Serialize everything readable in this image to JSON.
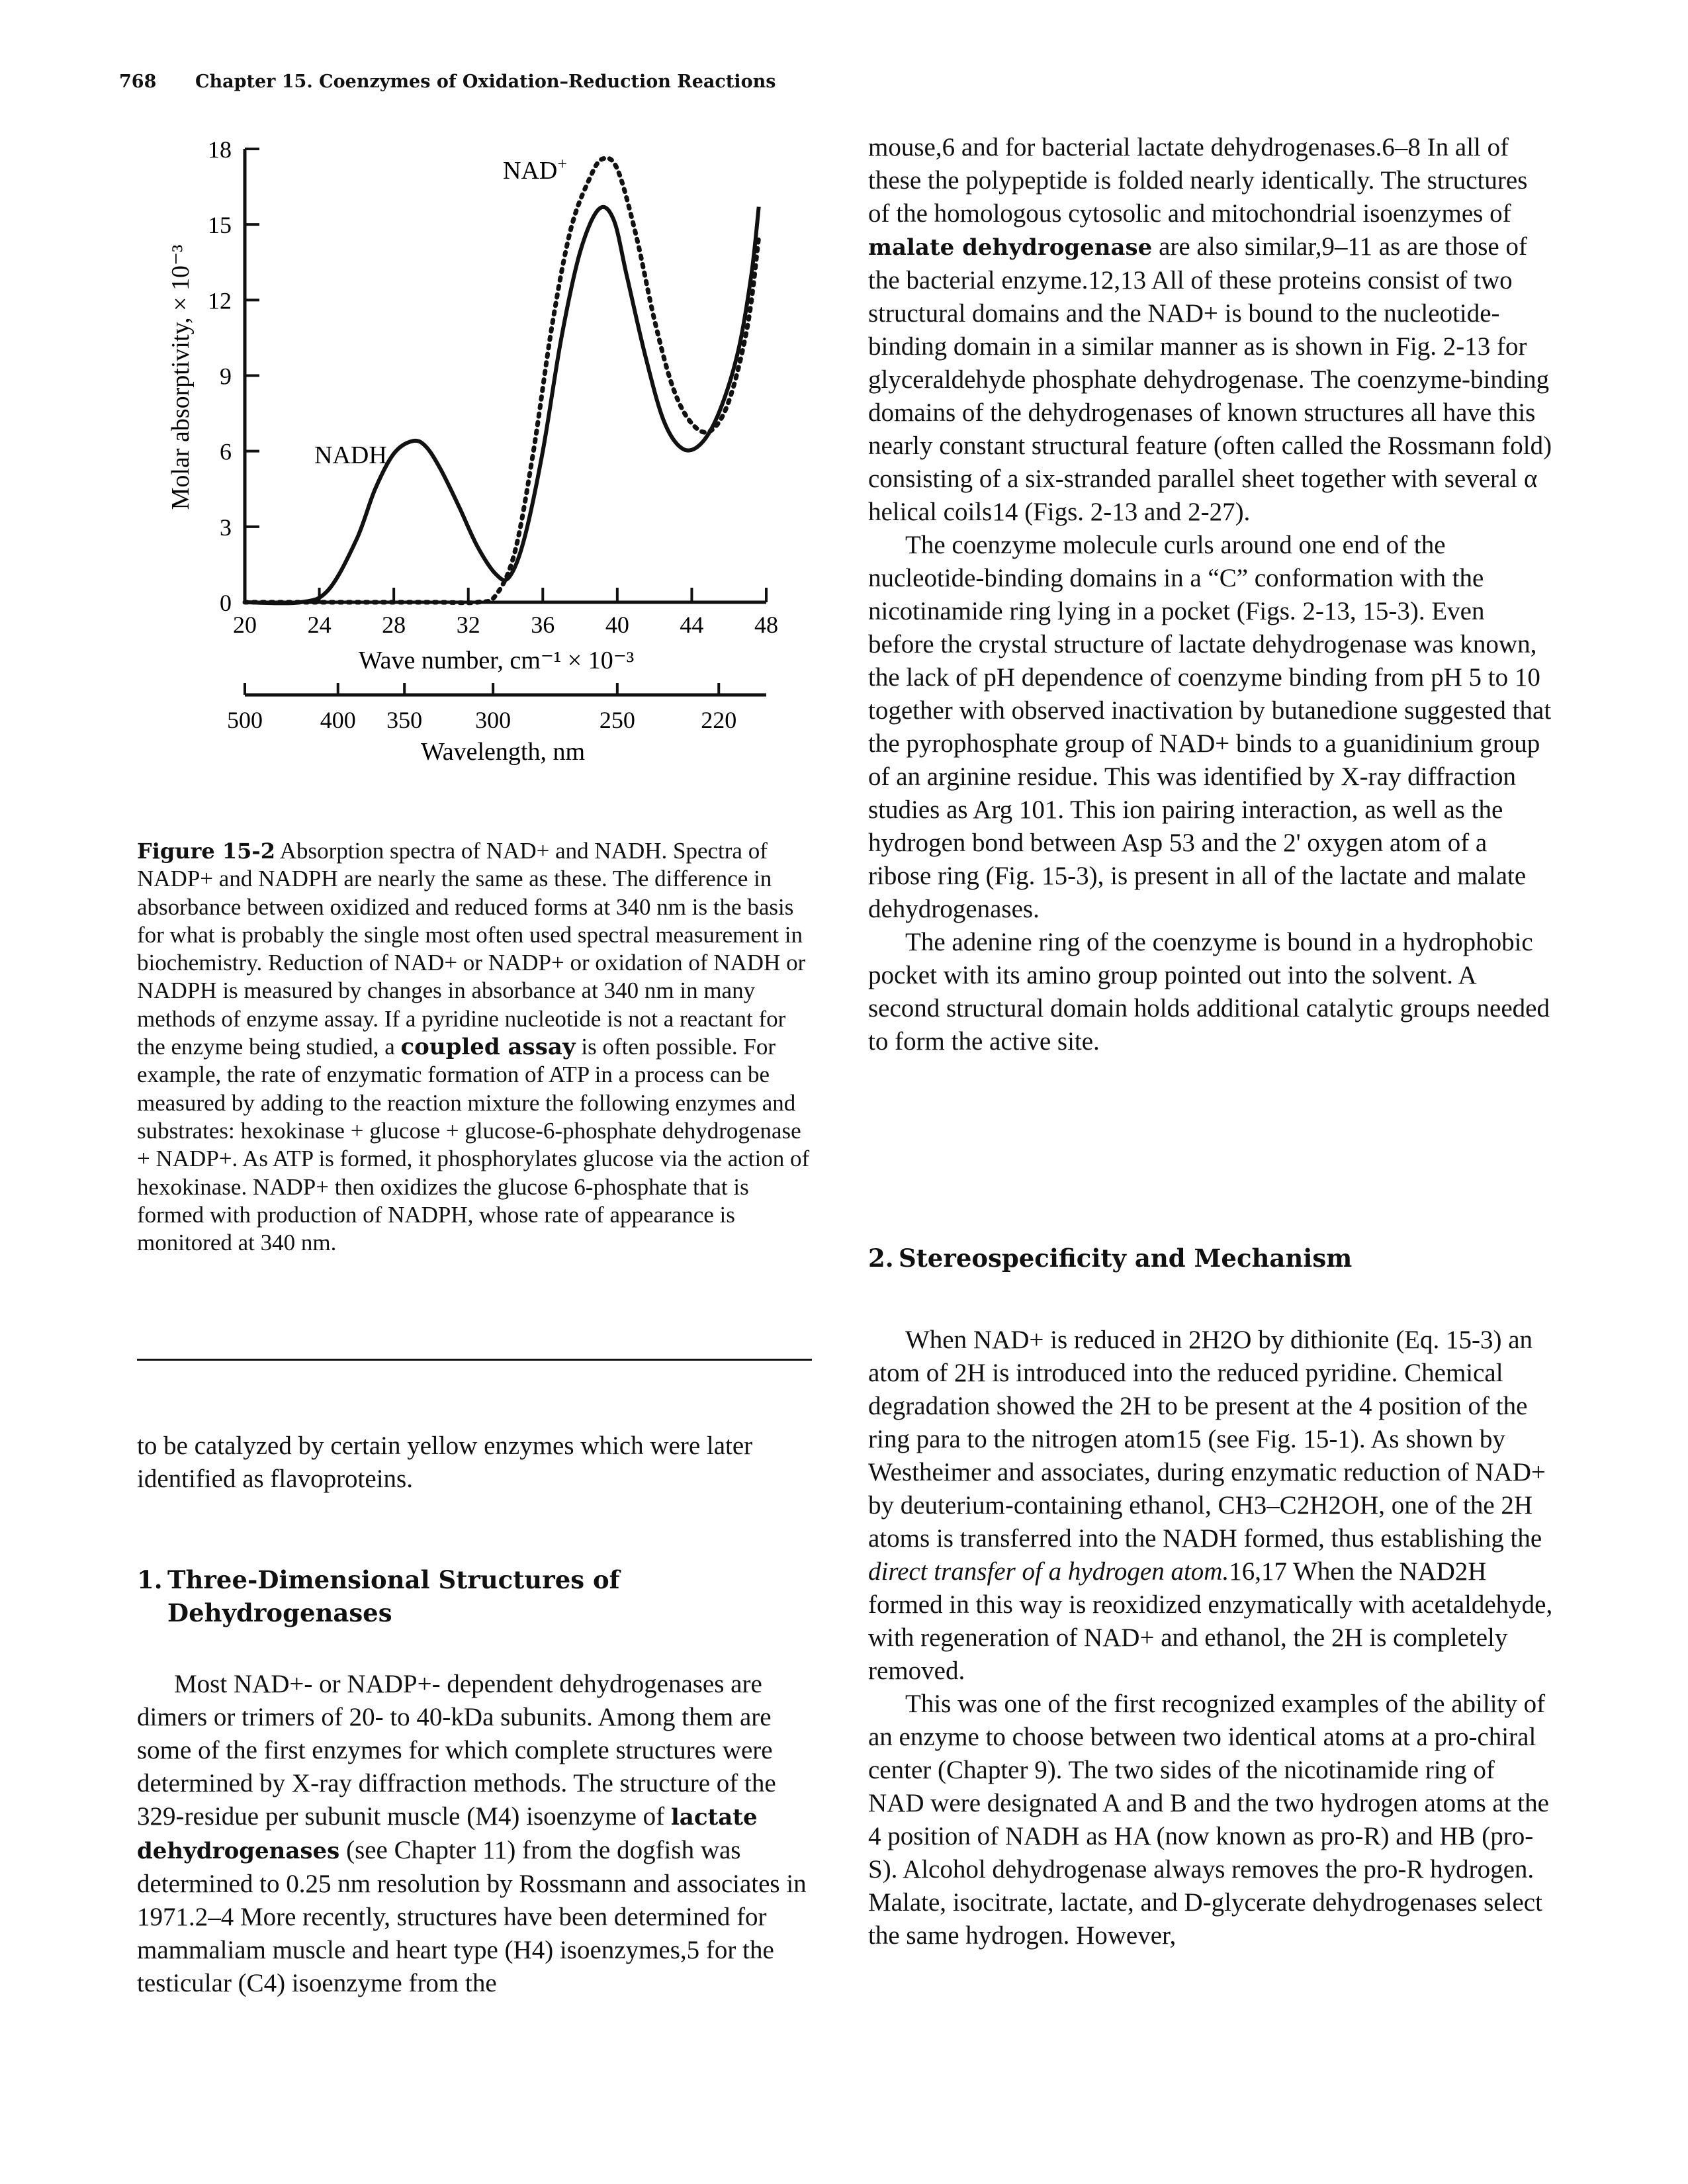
{
  "header": {
    "page_number": "768",
    "running_title": "Chapter 15. Coenzymes of Oxidation–Reduction Reactions"
  },
  "figure": {
    "y_axis_label": "Molar absorptivity, × 10⁻³",
    "x_axis_label": "Wave number, cm⁻¹ × 10⁻³",
    "wavelength_label": "Wavelength, nm",
    "y_ticks": [
      "0",
      "3",
      "6",
      "9",
      "12",
      "15",
      "18"
    ],
    "x_ticks": [
      "20",
      "24",
      "28",
      "32",
      "36",
      "40",
      "44",
      "48"
    ],
    "wavelength_ticks": [
      "500",
      "400",
      "350",
      "300",
      "250",
      "220"
    ],
    "nad_label": "NAD",
    "nad_sup": "+",
    "nadh_label": "NADH",
    "chart_data": {
      "type": "line",
      "xlim": [
        20,
        48
      ],
      "ylim": [
        0,
        18
      ],
      "wavelength_positions": [
        {
          "nm": "500",
          "x": 20
        },
        {
          "nm": "400",
          "x": 25
        },
        {
          "nm": "350",
          "x": 28.57
        },
        {
          "nm": "300",
          "x": 33.33
        },
        {
          "nm": "250",
          "x": 40
        },
        {
          "nm": "220",
          "x": 45.45
        }
      ],
      "series": [
        {
          "name": "NAD+",
          "style": "dotted",
          "x": [
            20,
            23,
            30,
            32.5,
            33.5,
            34.5,
            35.5,
            36.5,
            37.5,
            38.5,
            39.2,
            40,
            41,
            42,
            43,
            44,
            45,
            46,
            47,
            47.6
          ],
          "y": [
            0,
            0,
            0,
            0,
            0.3,
            2.0,
            6.0,
            11.0,
            14.8,
            16.8,
            17.6,
            17.2,
            14.6,
            11.2,
            8.5,
            7.1,
            6.8,
            8.0,
            11.0,
            14.5
          ]
        },
        {
          "name": "NADH",
          "style": "solid",
          "x": [
            20,
            23,
            24.5,
            26,
            27,
            28,
            29,
            29.7,
            30.5,
            31.5,
            32.5,
            33.5,
            34.2,
            35,
            36,
            37,
            38,
            39,
            39.8,
            40.5,
            41.5,
            42.5,
            43.5,
            44.5,
            45.5,
            46.5,
            47.2,
            47.6
          ],
          "y": [
            0,
            0,
            0.5,
            2.5,
            4.5,
            5.9,
            6.4,
            6.2,
            5.3,
            3.8,
            2.2,
            1.1,
            1.0,
            2.5,
            6.0,
            10.5,
            13.9,
            15.6,
            15.2,
            13.0,
            9.8,
            7.2,
            6.1,
            6.3,
            7.6,
            10.0,
            13.0,
            15.7
          ]
        }
      ]
    }
  },
  "caption": {
    "label": "Figure 15-2",
    "part1": "Absorption spectra of NAD+ and NADH. Spectra of NADP+ and NADPH are nearly the same as these. The difference in absorbance between oxidized and reduced forms at 340 nm is the basis for what is probably the single most often used spectral measurement in biochemistry. Reduction of NAD+ or NADP+ or oxidation of NADH or NADPH is measured by changes in absorbance at 340 nm in many methods of enzyme assay. If a pyridine nucleotide is not a reactant for the enzyme being studied, a",
    "bold_term": "coupled assay",
    "part2": "is often possible. For example, the rate of enzymatic formation of ATP in a process can be measured by adding to the reaction mixture the following enzymes and substrates: hexokinase + glucose + glucose-6-phosphate dehydrogenase + NADP+. As ATP is formed, it phosphorylates glucose via the action of hexokinase. NADP+ then oxidizes the glucose 6-phosphate that is formed with production of NADPH, whose rate of appearance is monitored at 340 nm."
  },
  "left_column": {
    "continuation": "to be catalyzed by certain yellow enzymes which were later identified as flavoproteins.",
    "section1": {
      "number": "1.",
      "title_line1": "Three-Dimensional Structures of",
      "title_line2": "Dehydrogenases"
    },
    "para1_part1": "Most NAD+- or NADP+- dependent dehydrogenases are dimers or trimers of 20- to 40-kDa subunits. Among them are some of the first enzymes for which complete structures were determined by X-ray diffraction methods. The structure of the 329-residue per subunit muscle (M4) isoenzyme of",
    "para1_bold": "lactate dehydrogenases",
    "para1_part2": "(see Chapter 11) from the dogfish was determined to 0.25 nm resolution by Rossmann and associates in 1971.2–4 More recently, structures have been determined for mammaliam muscle and heart type (H4) isoenzymes,5 for the testicular (C4) isoenzyme from the"
  },
  "right_column": {
    "para1_part1": "mouse,6 and for bacterial lactate dehydrogenases.6–8 In all of these the polypeptide is folded nearly identically. The structures of the homologous cytosolic and mitochondrial isoenzymes of",
    "para1_bold": "malate dehydrogenase",
    "para1_part2": "are also similar,9–11 as are those of the bacterial enzyme.12,13 All of these proteins consist of two structural domains and the NAD+ is bound to the nucleotide-binding domain in a similar manner as is shown in Fig. 2-13 for glyceraldehyde phosphate dehydrogenase. The coenzyme-binding domains of the dehydrogenases of known structures all have this nearly constant structural feature (often called the Rossmann fold) consisting of a six-stranded parallel sheet together with several α helical coils14 (Figs. 2-13 and 2-27).",
    "para2": "The coenzyme molecule curls around one end of the nucleotide-binding domains in a “C” conformation with the nicotinamide ring lying in a pocket (Figs. 2-13, 15-3). Even before the crystal structure of lactate dehydrogenase was known, the lack of pH dependence of coenzyme binding from pH 5 to 10 together with observed inactivation by butanedione suggested that the pyrophosphate group of NAD+ binds to a guanidinium group of an arginine residue. This was identified by X-ray diffraction studies as Arg 101. This ion pairing interaction, as well as the hydrogen bond between Asp 53 and the 2' oxygen atom of a ribose ring (Fig. 15-3), is present in all of the lactate and malate dehydrogenases.",
    "para3": "The adenine ring of the coenzyme is bound in a hydrophobic pocket with its amino group pointed out into the solvent. A second structural domain holds additional catalytic groups needed to form the active site.",
    "section2": {
      "number": "2.",
      "title": "Stereospecificity and Mechanism"
    },
    "para4_part1": "When NAD+ is reduced in 2H2O by dithionite (Eq. 15-3) an atom of 2H is introduced into the reduced pyridine. Chemical degradation showed the 2H to be present at the 4 position of the ring para to the nitrogen atom15 (see Fig. 15-1). As shown by Westheimer and associates, during enzymatic reduction of NAD+ by deuterium-containing ethanol, CH3–C2H2OH, one of the 2H atoms is transferred into the NADH formed, thus establishing the",
    "para4_italic": "direct transfer of a hydrogen atom.",
    "para4_part2": "16,17 When the NAD2H formed in this way is reoxidized enzymatically with acetaldehyde, with regeneration of NAD+ and ethanol, the 2H is completely removed.",
    "para5": "This was one of the first recognized examples of the ability of an enzyme to choose between two identical atoms at a pro-chiral center (Chapter 9). The two sides of the nicotinamide ring of NAD were designated A and B and the two hydrogen atoms at the 4 position of NADH as HA (now known as pro-R) and HB (pro-S). Alcohol dehydrogenase always removes the pro-R hydrogen. Malate, isocitrate, lactate, and D-glycerate dehydrogenases select the same hydrogen. However,"
  }
}
